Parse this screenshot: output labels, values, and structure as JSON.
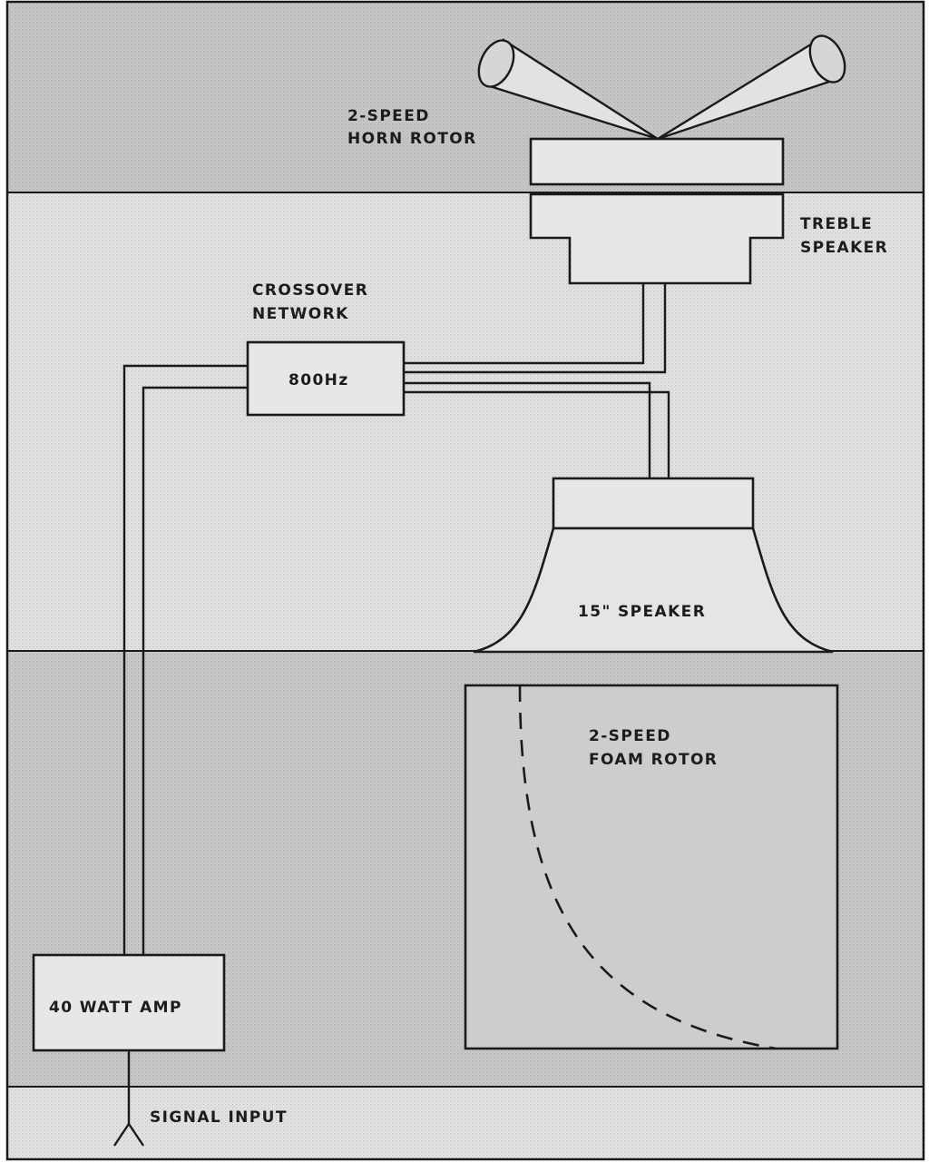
{
  "colors": {
    "band_dark": "#c8c8c8",
    "band_light": "#e3e3e3",
    "ink": "#1a1a1a",
    "paper": "#ffffff"
  },
  "labels": {
    "horn_rotor": [
      "2-SPEED",
      "HORN ROTOR"
    ],
    "treble_speaker": [
      "TREBLE",
      "SPEAKER"
    ],
    "crossover_network": [
      "CROSSOVER",
      "NETWORK"
    ],
    "crossover_freq": "800Hz",
    "bass_speaker": "15\" SPEAKER",
    "foam_rotor": [
      "2-SPEED",
      "FOAM ROTOR"
    ],
    "amp": "40 WATT AMP",
    "signal_input": "SIGNAL INPUT"
  }
}
